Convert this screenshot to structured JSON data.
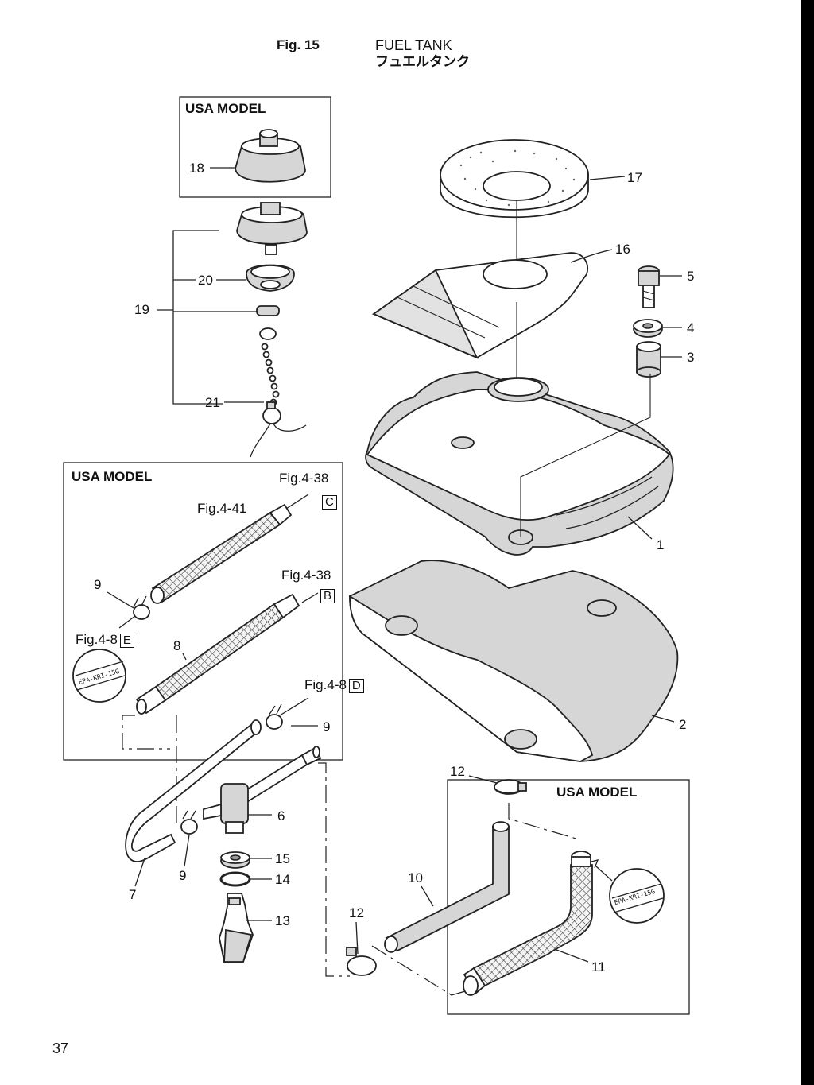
{
  "header": {
    "fig_number": "Fig. 15",
    "title_en": "FUEL TANK",
    "title_jp": "フュエルタンク"
  },
  "page_number": "37",
  "model_boxes": {
    "cap_box": "USA MODEL",
    "hose_box": "USA MODEL",
    "breather_box": "USA MODEL"
  },
  "references": {
    "fig_4_38_c": {
      "text": "Fig.4-38",
      "letter": "C"
    },
    "fig_4_41": "Fig.4-41",
    "fig_4_38_b": {
      "text": "Fig.4-38",
      "letter": "B"
    },
    "fig_4_8_e": {
      "text": "Fig.4-8",
      "letter": "E"
    },
    "fig_4_8_d": {
      "text": "Fig.4-8",
      "letter": "D"
    }
  },
  "stamps": {
    "epa_hose_8": "EPA-KRI-15G",
    "epa_hose_11": "EPA-KRI-15G"
  },
  "callouts": {
    "p1": "1",
    "p2": "2",
    "p3": "3",
    "p4": "4",
    "p5": "5",
    "p6": "6",
    "p7": "7",
    "p8": "8",
    "p9a": "9",
    "p9b": "9",
    "p9c": "9",
    "p10": "10",
    "p11": "11",
    "p12a": "12",
    "p12b": "12",
    "p13": "13",
    "p14": "14",
    "p15": "15",
    "p16": "16",
    "p17": "17",
    "p18": "18",
    "p19": "19",
    "p20": "20",
    "p21": "21"
  }
}
